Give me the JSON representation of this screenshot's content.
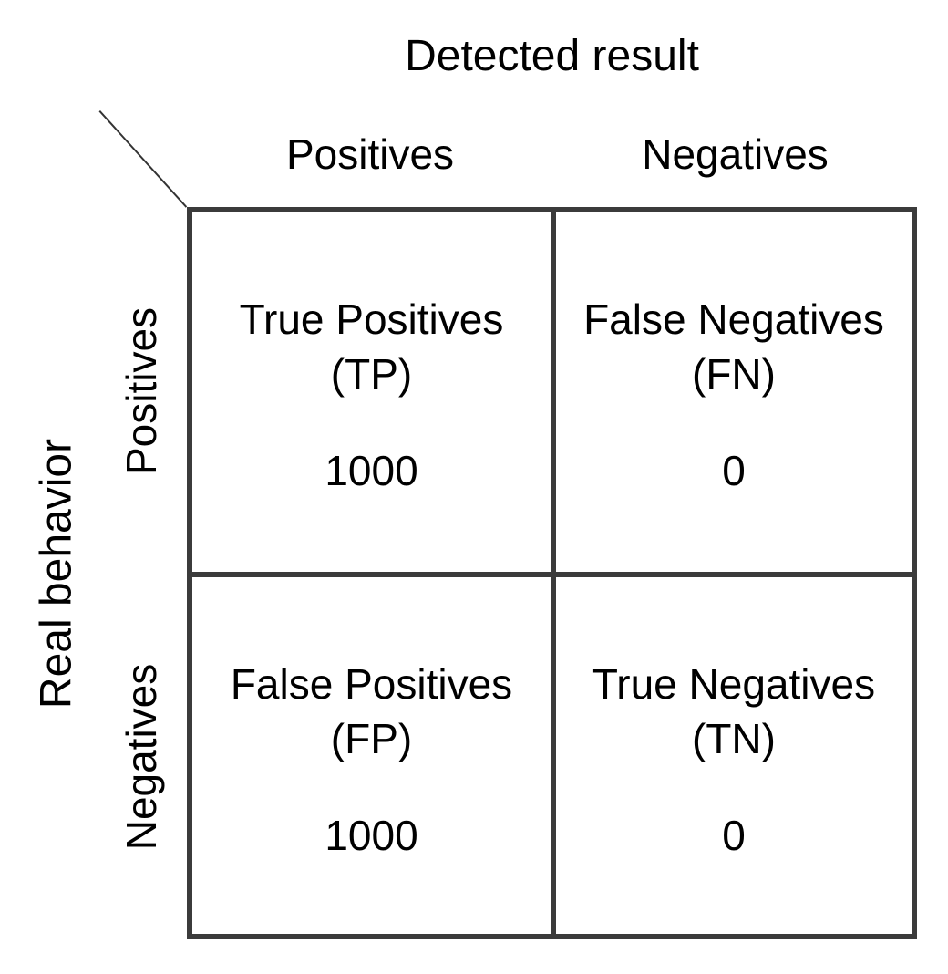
{
  "diagram": {
    "title": "Detected result",
    "row_axis_label": "Real behavior",
    "column_headers": [
      "Positives",
      "Negatives"
    ],
    "row_headers": [
      "Positives",
      "Negatives"
    ],
    "cells": [
      {
        "name": "True Positives",
        "abbr": "(TP)",
        "value": "1000"
      },
      {
        "name": "False Negatives",
        "abbr": "(FN)",
        "value": "0"
      },
      {
        "name": "False Positives",
        "abbr": "(FP)",
        "value": "1000"
      },
      {
        "name": "True Negatives",
        "abbr": "(TN)",
        "value": "0"
      }
    ],
    "colors": {
      "border": "#3b3b3b",
      "text": "#000000",
      "background": "#ffffff"
    }
  }
}
